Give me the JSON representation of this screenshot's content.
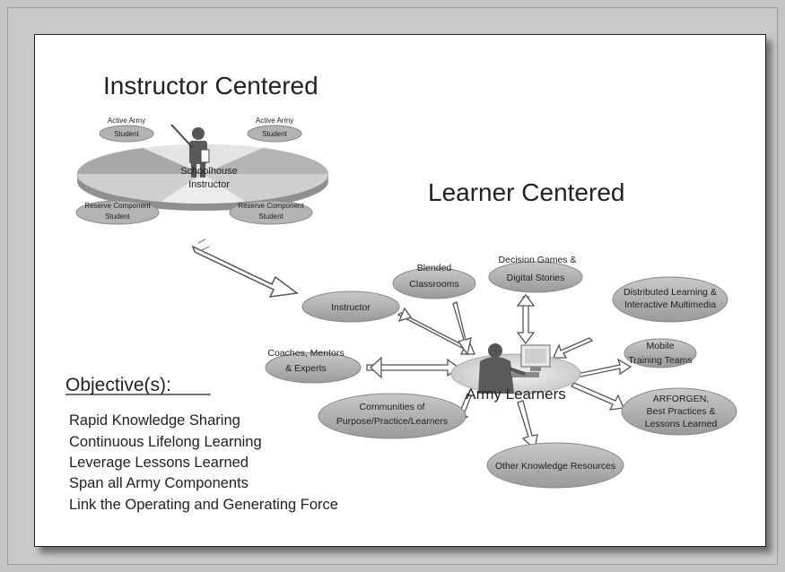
{
  "instructor_centered": {
    "title": "Instructor Centered",
    "center": {
      "line1": "Schoolhouse",
      "line2": "Instructor"
    },
    "students": [
      {
        "line1": "Active Army",
        "line2": "Student"
      },
      {
        "line1": "Active Army",
        "line2": "Student"
      },
      {
        "line1": "Reserve Component",
        "line2": "Student"
      },
      {
        "line1": "Reserve Component",
        "line2": "Student"
      }
    ]
  },
  "learner_centered": {
    "title": "Learner Centered",
    "center": "Army Learners",
    "nodes": {
      "instructor": [
        "Instructor"
      ],
      "blended": [
        "Blended",
        "Classrooms"
      ],
      "decision": [
        "Decision Games &",
        "Digital Stories"
      ],
      "distributed": [
        "Distributed Learning &",
        "Interactive Multimedia"
      ],
      "mobile": [
        "Mobile",
        "Training Teams"
      ],
      "arforgen": [
        "ARFORGEN,",
        "Best Practices &",
        "Lessons Learned"
      ],
      "other": [
        "Other Knowledge Resources"
      ],
      "communities": [
        "Communities of",
        "Purpose/Practice/Learners"
      ],
      "coaches": [
        "Coaches, Mentors",
        "& Experts"
      ]
    }
  },
  "objectives": {
    "title": "Objective(s):",
    "items": [
      "Rapid Knowledge Sharing",
      "Continuous Lifelong Learning",
      "Leverage Lessons Learned",
      "Span all Army Components",
      "Link the Operating and Generating Force"
    ]
  },
  "colors": {
    "ellipse_fill": "#b0b0b0",
    "ellipse_dark": "#8a8a8a",
    "pie_light": "#dcdcdc",
    "pie_dark": "#a4a4a4",
    "figure": "#555555"
  }
}
